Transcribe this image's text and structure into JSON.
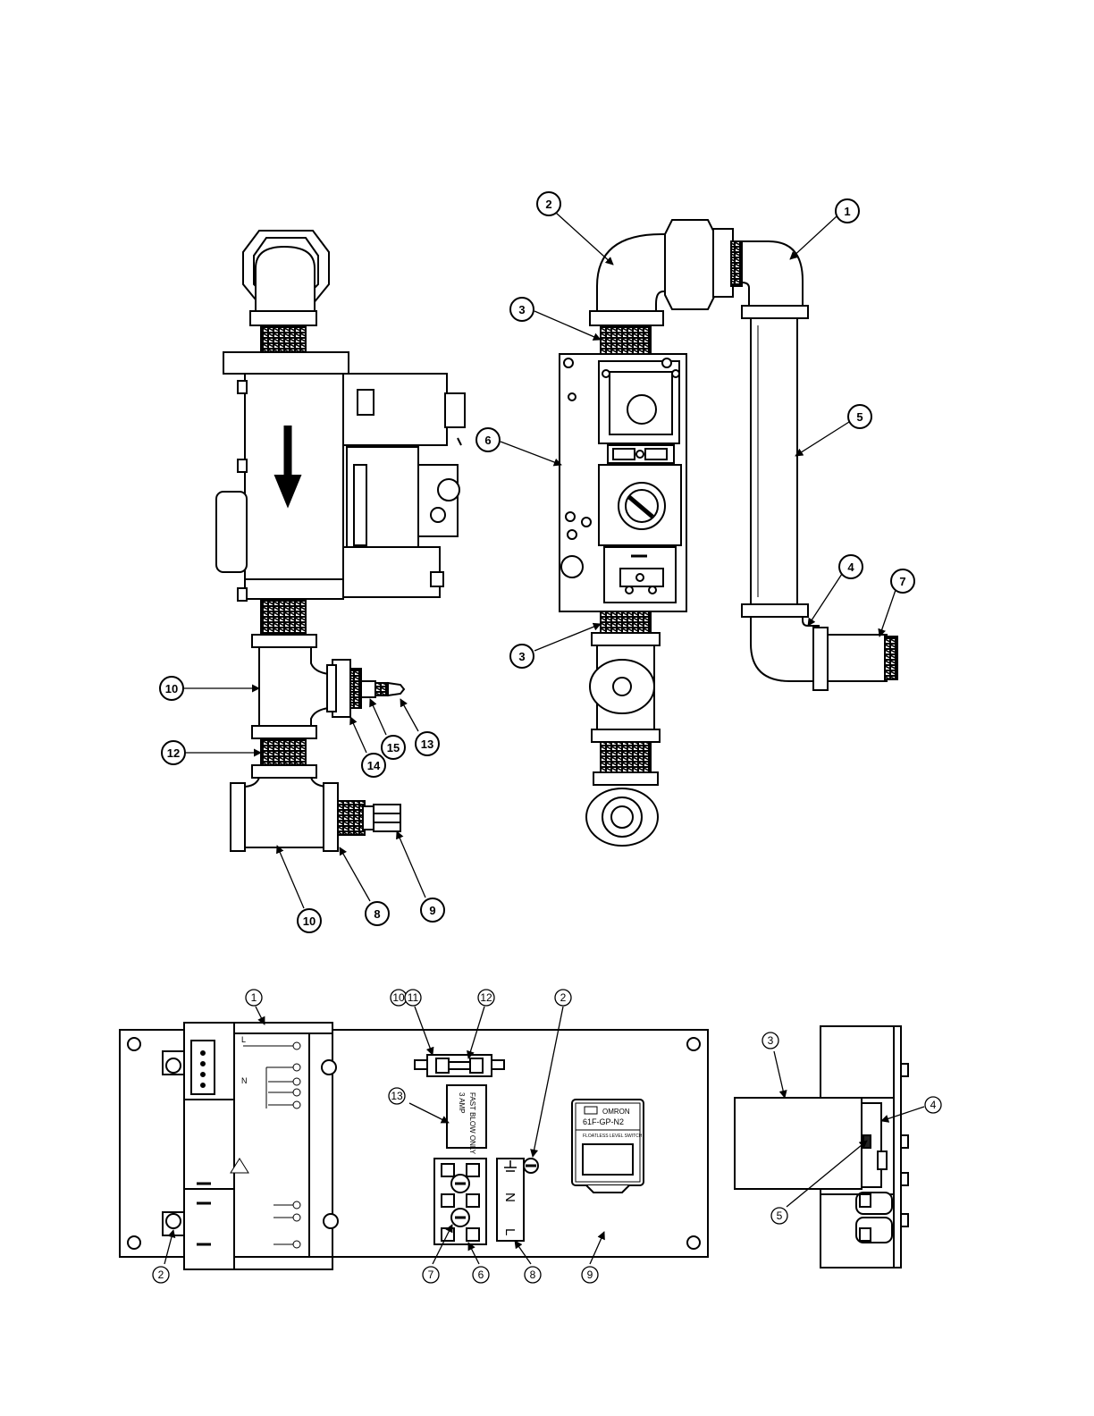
{
  "callouts_left": [
    "10",
    "12",
    "14",
    "15",
    "13",
    "10",
    "8",
    "9"
  ],
  "callouts_right": [
    "2",
    "1",
    "3",
    "6",
    "5",
    "4",
    "7",
    "3"
  ],
  "callouts_panel": [
    "1",
    "10",
    "11",
    "12",
    "2",
    "13",
    "2",
    "7",
    "6",
    "8",
    "9",
    "3",
    "4",
    "5"
  ],
  "panel_labels": {
    "fuse_label_line1": "3 AMP",
    "fuse_label_line2": "FAST BLOW ONLY",
    "terminal_n": "N",
    "terminal_l": "L",
    "relay_brand": "OMRON",
    "relay_model": "61F-GP-N2",
    "relay_desc": "FLOATLESS LEVEL SWITCH",
    "module_l": "L",
    "module_n": "N"
  },
  "colors": {
    "line": "#000000",
    "fill_light": "#f2f2f2",
    "fill_dark": "#222222",
    "background": "#ffffff"
  }
}
